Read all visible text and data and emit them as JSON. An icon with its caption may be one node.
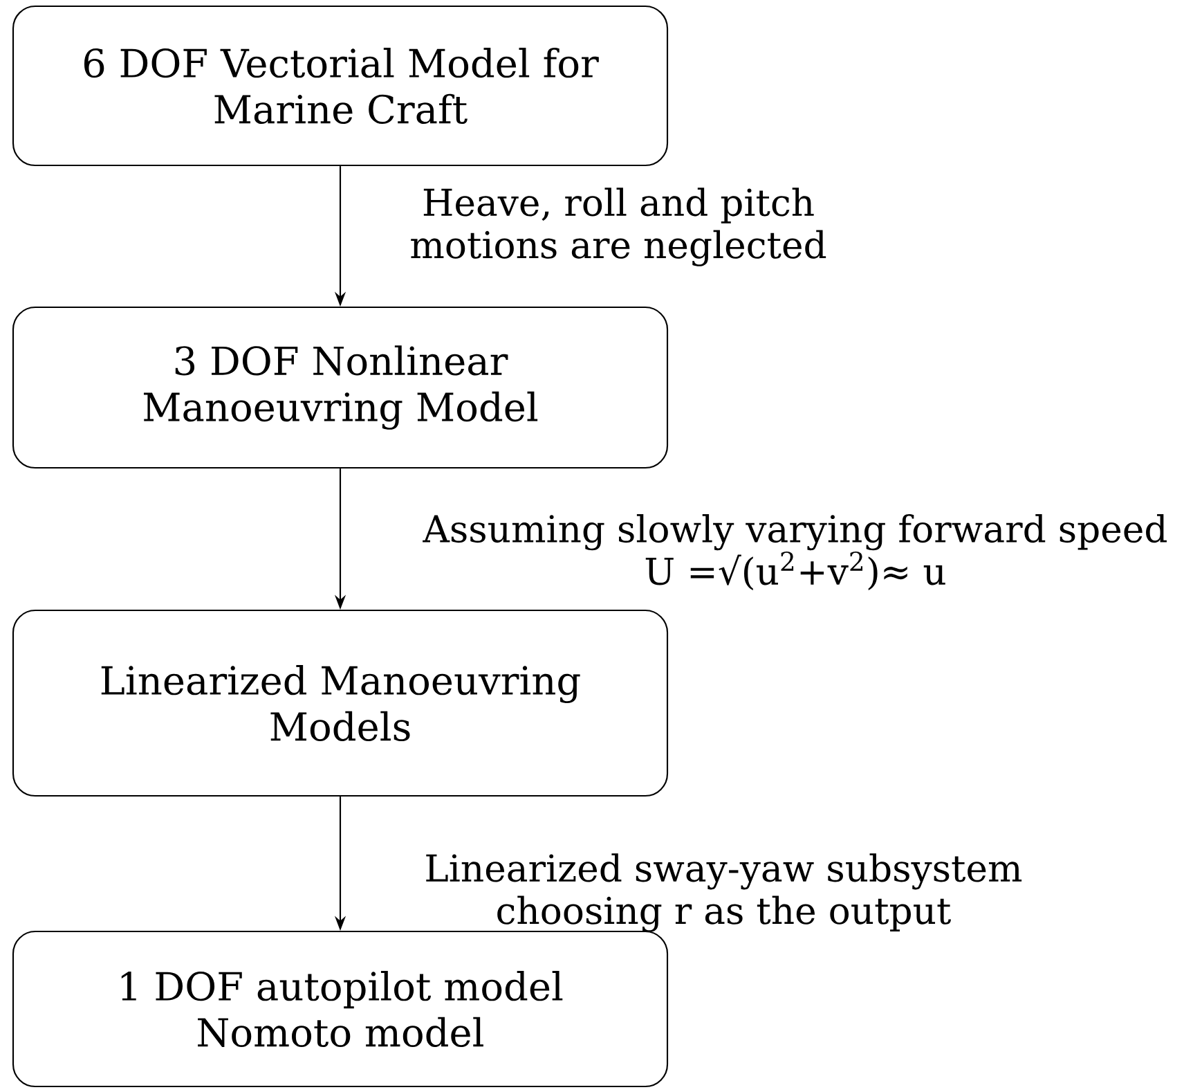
{
  "diagram": {
    "nodes": [
      {
        "text": [
          "6 DOF Vectorial Model for Marine Craft"
        ]
      },
      {
        "text": [
          "3 DOF Nonlinear Manoeuvring Model"
        ]
      },
      {
        "text": [
          "Linearized Manoeuvring Models"
        ]
      },
      {
        "text": [
          "1 DOF autopilot model Nomoto model"
        ]
      }
    ],
    "edges": [
      {
        "from": 0,
        "to": 1,
        "arrow": "to",
        "label": "Heave, roll and pitch motions are neglected"
      },
      {
        "from": 1,
        "to": 2,
        "arrow": "to",
        "label": "Assuming slowly varying forward speed U =√(u$^{2}$+v$^{2}$)≈ u"
      },
      {
        "from": 2,
        "to": 3,
        "arrow": "to",
        "label": "Linearized sway-yaw subsystem choosing r as the output"
      }
    ]
  }
}
